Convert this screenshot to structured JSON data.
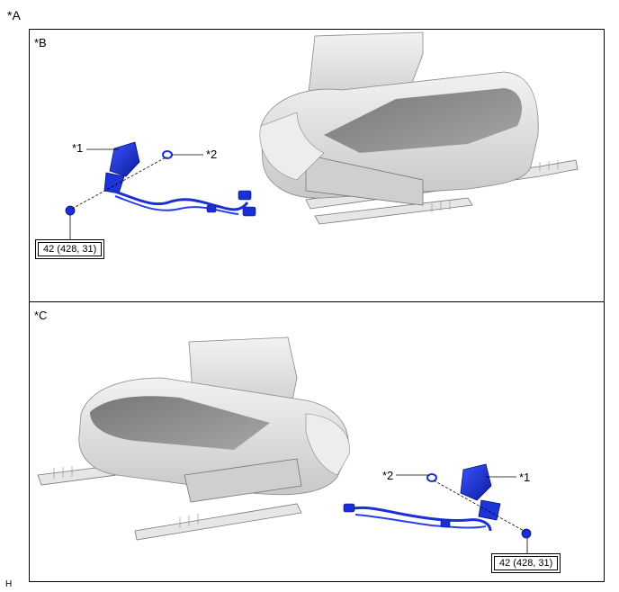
{
  "labels": {
    "view_a": "*A",
    "view_b": "*B",
    "view_c": "*C",
    "footer": "H"
  },
  "callouts": {
    "part_1": "*1",
    "part_2": "*2"
  },
  "torque": {
    "value": "42 (428, 31)"
  },
  "colors": {
    "part_blue": "#1a2fd6",
    "seat_gray": "#d9d9d9",
    "seat_dark": "#8a8a8a",
    "line": "#000000"
  }
}
